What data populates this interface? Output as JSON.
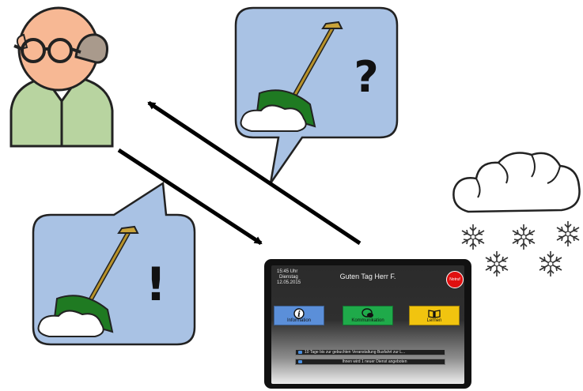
{
  "bubbles": {
    "question_mark": "?",
    "exclamation_mark": "!"
  },
  "tablet": {
    "time": "15:45 Uhr",
    "weekday": "Dienstag",
    "date": "12.05.2015",
    "greeting": "Guten Tag Herr F.",
    "emergency_button": "Notruf",
    "menu": [
      {
        "label": "Information",
        "icon": "info-icon",
        "color": "#5b8fd9"
      },
      {
        "label": "Kommunikation",
        "icon": "chat-icon",
        "color": "#1faa4a"
      },
      {
        "label": "Lernen",
        "icon": "book-icon",
        "color": "#f1c40f"
      }
    ],
    "notices": [
      "10 Tage  bis zur gebuchten Veranstaltung Busfahrt zur L...",
      "Ihnen wird  1 neuer Dienst angeboten"
    ]
  },
  "colors": {
    "bubble_fill": "#a9c2e4",
    "person_shirt": "#b8d4a0",
    "person_skin": "#f7b894",
    "shovel_blade": "#1f7a22",
    "emergency": "#e01010"
  }
}
